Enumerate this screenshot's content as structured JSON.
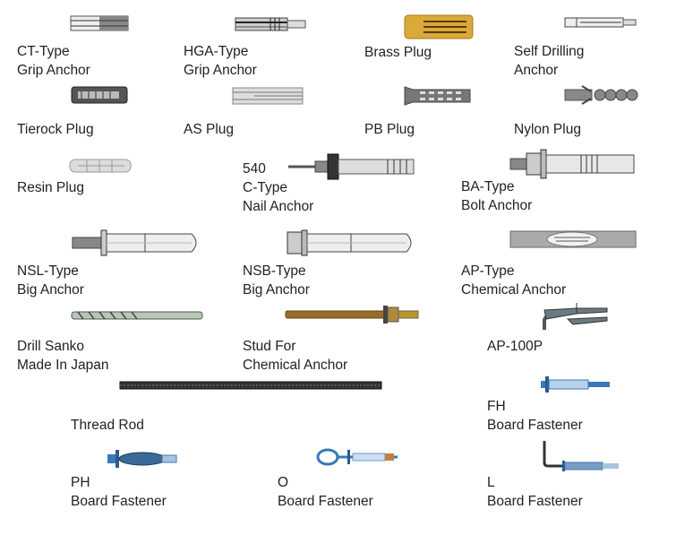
{
  "products": [
    {
      "id": "ct",
      "line1": "CT-Type",
      "line2": "Grip Anchor"
    },
    {
      "id": "hga",
      "line1": "HGA-Type",
      "line2": "Grip Anchor"
    },
    {
      "id": "brass",
      "line1": "Brass Plug",
      "line2": ""
    },
    {
      "id": "selfdrill",
      "line1": "Self Drilling",
      "line2": "Anchor"
    },
    {
      "id": "tierock",
      "line1": "Tierock Plug",
      "line2": ""
    },
    {
      "id": "as",
      "line1": "AS Plug",
      "line2": ""
    },
    {
      "id": "pb",
      "line1": "PB Plug",
      "line2": ""
    },
    {
      "id": "nylon",
      "line1": "Nylon Plug",
      "line2": ""
    },
    {
      "id": "resin",
      "line1": "Resin Plug",
      "line2": ""
    },
    {
      "id": "ctype",
      "prefix": "540",
      "line1": "C-Type",
      "line2": "Nail Anchor"
    },
    {
      "id": "ba",
      "line1": "BA-Type",
      "line2": "Bolt Anchor"
    },
    {
      "id": "nsl",
      "line1": "NSL-Type",
      "line2": "Big Anchor"
    },
    {
      "id": "nsb",
      "line1": "NSB-Type",
      "line2": "Big Anchor"
    },
    {
      "id": "ap",
      "line1": "AP-Type",
      "line2": "Chemical Anchor"
    },
    {
      "id": "drill",
      "line1": "Drill Sanko",
      "line2": "Made In Japan"
    },
    {
      "id": "stud",
      "line1": "Stud For",
      "line2": "Chemical Anchor"
    },
    {
      "id": "ap100p",
      "line1": "AP-100P",
      "line2": ""
    },
    {
      "id": "threadrod",
      "line1": "Thread Rod",
      "line2": ""
    },
    {
      "id": "fh",
      "line1": "FH",
      "line2": "Board Fastener"
    },
    {
      "id": "ph",
      "line1": "PH",
      "line2": "Board Fastener"
    },
    {
      "id": "o",
      "line1": "O",
      "line2": "Board Fastener"
    },
    {
      "id": "l",
      "line1": "L",
      "line2": "Board Fastener"
    }
  ],
  "colors": {
    "text": "#222222",
    "metal": "#9a9a9a",
    "brass": "#d9a93a",
    "blue": "#3a78b8",
    "bronze": "#9a6a2a",
    "rod": "#333333"
  }
}
